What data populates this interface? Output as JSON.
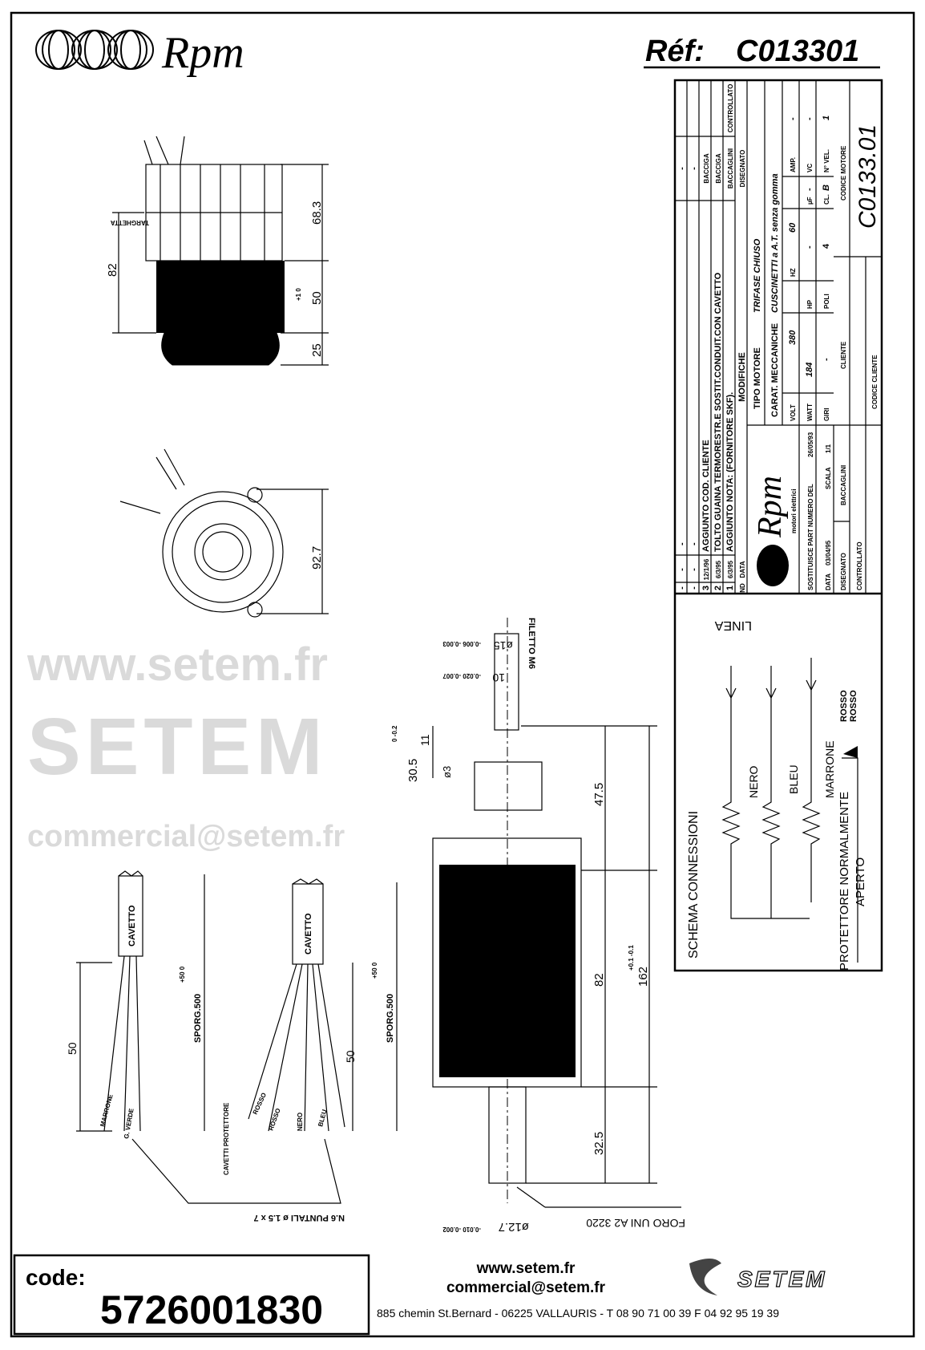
{
  "header": {
    "brand": "Rpm",
    "ref_label": "Réf:",
    "ref_value": "C013301"
  },
  "title_block": {
    "revisions": [
      {
        "n": "-",
        "date": "-",
        "desc": "-",
        "drawn": "-",
        "checked": ""
      },
      {
        "n": "-",
        "date": "-",
        "desc": "-",
        "drawn": "-",
        "checked": ""
      },
      {
        "n": "3",
        "date": "12/1/96",
        "desc": "AGGIUNTO COD. CLIENTE",
        "drawn": "BACCIGA",
        "checked": ""
      },
      {
        "n": "2",
        "date": "6/3/95",
        "desc": "TOLTO GUAINA TERMORESTR.E SOSTIT.CONDUIT.CON CAVETTO",
        "drawn": "BACCIGA",
        "checked": ""
      },
      {
        "n": "1",
        "date": "6/3/95",
        "desc": "AGGIUNTO NOTA: (FORNITORE SKF).",
        "drawn": "BACCAGLINI",
        "checked": ""
      }
    ],
    "rev_header": {
      "n": "ND",
      "date": "DATA",
      "desc": "MODIFICHE",
      "drawn": "DISEGNATO",
      "checked": "CONTROLLATO"
    },
    "logo_brand": "Rpm",
    "logo_sub": "motori elettrici",
    "tipo_motore_label": "TIPO MOTORE",
    "tipo_motore": "TRIFASE CHIUSO",
    "carat_label": "CARAT. MECCANICHE",
    "carat": "CUSCINETTI a A.T. senza gomma",
    "rows": [
      [
        {
          "l": "VOLT",
          "v": "380"
        },
        {
          "l": "HZ",
          "v": "60"
        },
        {
          "l": "AMP.",
          "v": "-"
        }
      ],
      [
        {
          "l": "WATT",
          "v": "184"
        },
        {
          "l": "HP",
          "v": "-"
        },
        {
          "l": "µF",
          "v": "-"
        },
        {
          "l": "VC",
          "v": "-"
        }
      ],
      [
        {
          "l": "GIRI",
          "v": "-"
        },
        {
          "l": "POLI",
          "v": "4"
        },
        {
          "l": "CL.",
          "v": "B"
        },
        {
          "l": "N° VEL.",
          "v": "1"
        }
      ]
    ],
    "sostituisce": "SOSTITUISCE PART NUMERO DEL",
    "sostituisce_date": "26/05/93",
    "data_label": "DATA",
    "data_value": "03/04/95",
    "scala_label": "SCALA",
    "scala_value": "1/1",
    "disegnato_label": "DISEGNATO",
    "disegnato_value": "BACCAGLINI",
    "controllato_label": "CONTROLLATO",
    "cliente_label": "CLIENTE",
    "codice_cliente_label": "CODICE CLIENTE",
    "codice_motore_label": "CODICE MOTORE",
    "codice_motore": "C0133.01"
  },
  "schema": {
    "title": "SCHEMA CONNESSIONI",
    "linea": "LINEA",
    "wires": [
      "NERO",
      "BLEU",
      "MARRONE"
    ],
    "protettore": "PROTETTORE NORMALMENTE",
    "aperto": "APERTO",
    "rosso1": "ROSSO",
    "rosso2": "ROSSO"
  },
  "drawing": {
    "targhetta": "TARGHETTA",
    "dims": {
      "d82": "82",
      "d68_3": "68.3",
      "d50": "50",
      "d50_tol": "+1 0",
      "d25": "25",
      "d92_7": "92.7",
      "d47_5": "47.5",
      "d82b": "82",
      "d82b_tol": "+0.1 -0.1",
      "d162": "162",
      "d32_5": "32.5",
      "d30_5": "30.5",
      "d30_5_tol": "0 -0.2",
      "d11": "11",
      "d3": "ø3",
      "d15": "ø15",
      "d15_tol": "-0.006 -0.003",
      "d10": "10",
      "d10_tol": "-0.020 -0.007",
      "filetto": "FILETTO M6",
      "d12_7": "ø12.7",
      "d12_7_tol": "-0.010 -0.002",
      "foro": "FORO UNI A2 3220",
      "cavetto": "CAVETTO",
      "sporg": "SPORG.500",
      "sporg_tol": "+50 0",
      "d50c": "50",
      "marrone": "MARRONE",
      "verde": "G. VERDE",
      "rosso_a": "ROSSO",
      "rosso_b": "ROSSO",
      "nero": "NERO",
      "bleu": "BLEU",
      "cavetti_prot": "CAVETTI PROTETTORE",
      "puntali": "N.6 PUNTALI ø 1.5 x 7"
    }
  },
  "watermark": {
    "line1": "www.setem.fr",
    "line2": "SETEM",
    "line3": "commercial@setem.fr"
  },
  "footer": {
    "code_label": "code:",
    "code_value": "5726001830",
    "web": "www.setem.fr",
    "email": "commercial@setem.fr",
    "brand": "SETEM",
    "address": "885 chemin St.Bernard  -  06225 VALLAURIS  -  T 08 90 71 00 39   F 04 92 95 19 39"
  }
}
